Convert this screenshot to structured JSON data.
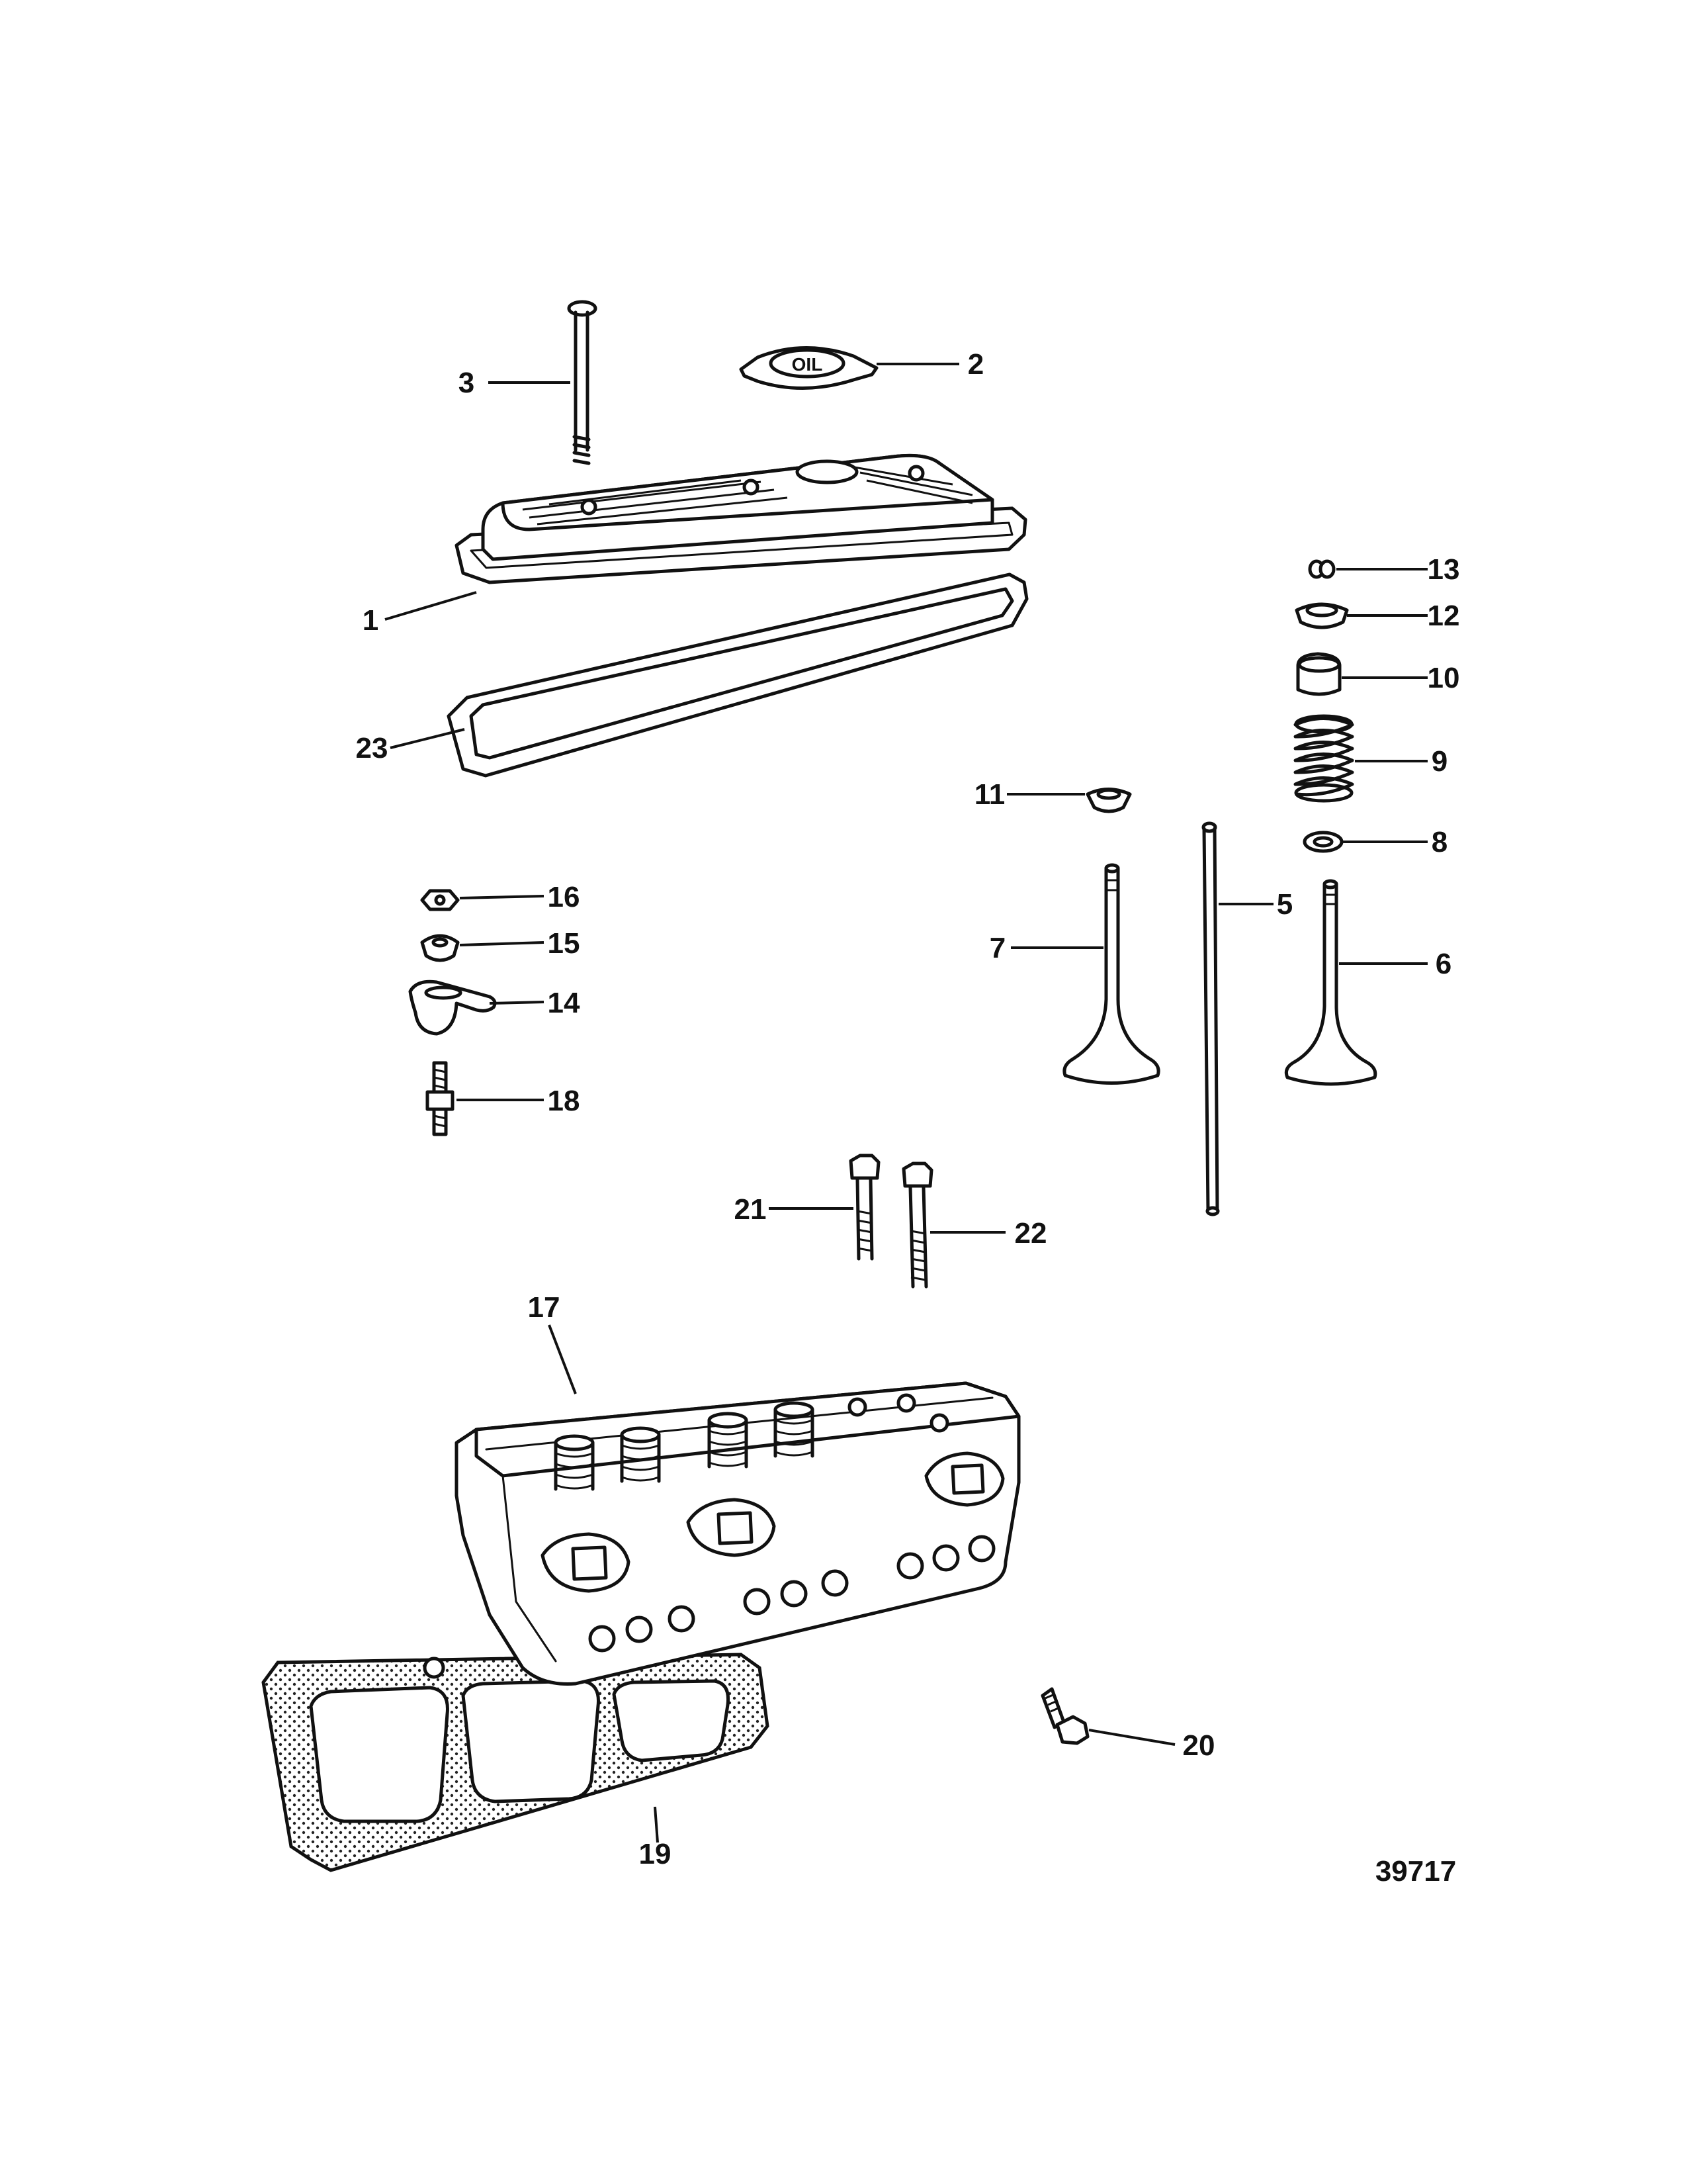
{
  "figure_number": "39717",
  "cap_text": "OIL",
  "callouts": {
    "c1": "1",
    "c2": "2",
    "c3": "3",
    "c5": "5",
    "c6": "6",
    "c7": "7",
    "c8": "8",
    "c9": "9",
    "c10": "10",
    "c11": "11",
    "c12": "12",
    "c13": "13",
    "c14": "14",
    "c15": "15",
    "c16": "16",
    "c17": "17",
    "c18": "18",
    "c19": "19",
    "c20": "20",
    "c21": "21",
    "c22": "22",
    "c23": "23"
  }
}
